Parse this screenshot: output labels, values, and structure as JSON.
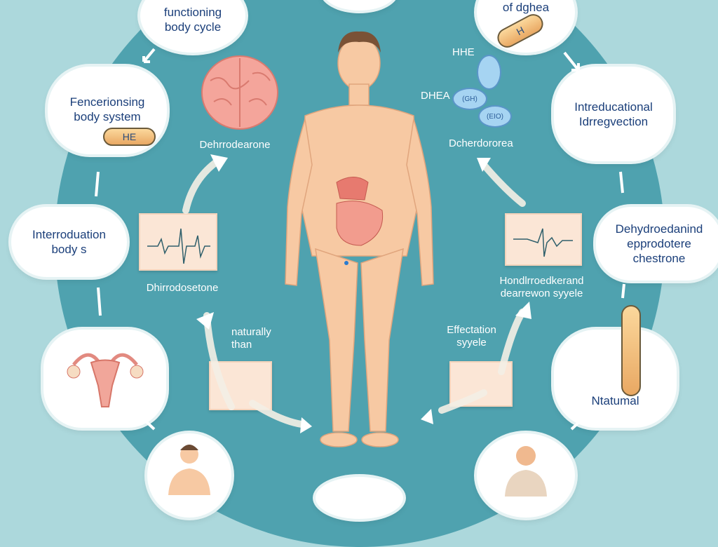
{
  "bubbles": {
    "top_left": "body cycle",
    "top_left_partial": "functioning",
    "top_right": "of dghea",
    "left_1": "Fencerionsing body system",
    "left_1_pill": "HE",
    "left_2": "Interroduation body s",
    "right_1": "Intreducational Idrregvection",
    "right_2": "Dehydroedanind epprodotere chestrone",
    "right_3": "Ntatumal",
    "top_right_pill": "H"
  },
  "labels": {
    "brain": "Dehrrodearone",
    "pills_top": "HHE",
    "pills_left": "DHEA",
    "pill_a": "(GH)",
    "pill_b": "(EIO)",
    "pills_caption": "Dcherdororea",
    "chart_left": "Dhirrodosetone",
    "naturally": "naturally than",
    "chart_right": "Hondlrroedkerand dearrewon syyele",
    "effectation": "Effectation syyele"
  },
  "colors": {
    "background": "#acd8dc",
    "ring": "#4fa2af",
    "text_dark": "#1b3f7a",
    "skin": "#f7c9a3"
  }
}
